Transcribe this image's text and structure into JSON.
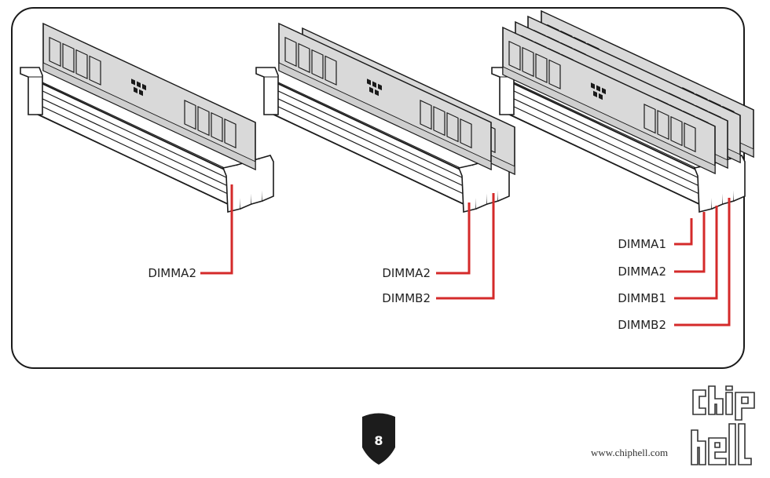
{
  "configurations": [
    {
      "name": "one-module",
      "labels": [
        "DIMMA2"
      ]
    },
    {
      "name": "two-modules",
      "labels": [
        "DIMMA2",
        "DIMMB2"
      ]
    },
    {
      "name": "four-modules",
      "labels": [
        "DIMMA1",
        "DIMMA2",
        "DIMMB1",
        "DIMMB2"
      ]
    }
  ],
  "page_number": "8",
  "watermark": {
    "url": "www.chiphell.com",
    "logo_text": "chip hell"
  },
  "colors": {
    "leader_line": "#d42a2a",
    "outline": "#1a1a1a",
    "module_fill": "#d9d9d9",
    "badge": "#1c1c1c"
  }
}
